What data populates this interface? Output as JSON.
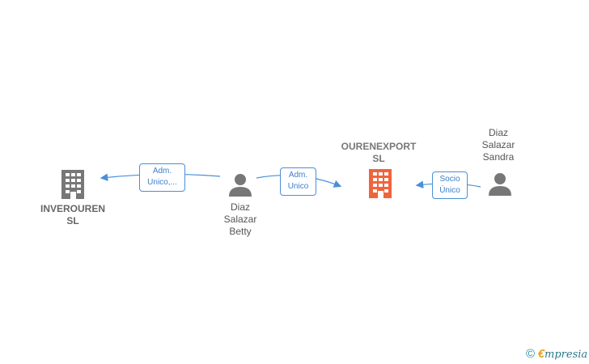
{
  "nodes": {
    "inverouren": {
      "label": "INVEROUREN\nSL",
      "color": "#777777"
    },
    "ourenexport": {
      "label": "OURENEXPORT\nSL",
      "color": "#f0643c"
    },
    "betty": {
      "label": "Diaz\nSalazar\nBetty",
      "color": "#777777"
    },
    "sandra": {
      "label": "Diaz\nSalazar\nSandra",
      "color": "#777777"
    }
  },
  "edges": {
    "betty_to_inverouren": "Adm.\nUnico,...",
    "betty_to_ourenexport": "Adm.\nUnico",
    "sandra_to_ourenexport": "Socio\nÚnico"
  },
  "colors": {
    "edge": "#4a8fd9"
  },
  "footer": {
    "copyright": "©",
    "brand_first": "€",
    "brand_rest": "mpresia"
  }
}
